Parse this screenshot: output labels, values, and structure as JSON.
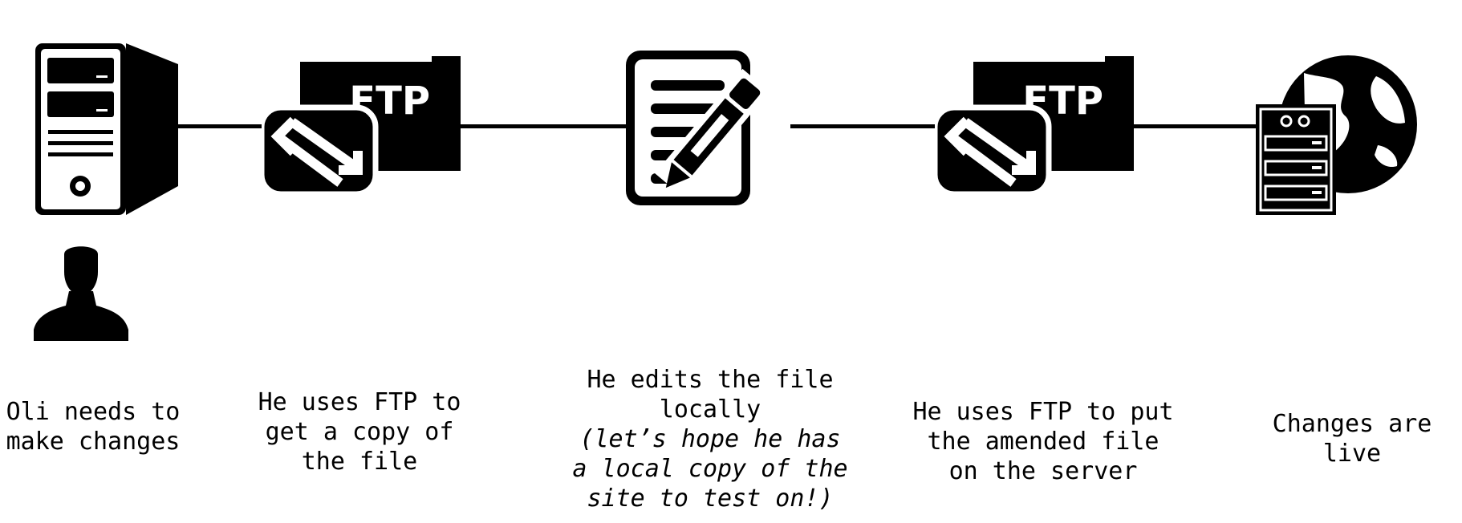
{
  "steps": [
    {
      "id": "computer",
      "icon": "desktop-computer-icon",
      "lines": [
        "Oli needs to",
        "make changes"
      ]
    },
    {
      "id": "ftp-get",
      "icon": "ftp-folder-icon",
      "icon_text": "FTP",
      "lines": [
        "He uses FTP to",
        "get a copy of",
        "the file"
      ]
    },
    {
      "id": "edit",
      "icon": "document-edit-icon",
      "lines": [
        "He edits the file",
        "locally"
      ],
      "aside_lines": [
        "(let’s hope he has",
        "a local copy of the",
        "site to test on!)"
      ]
    },
    {
      "id": "ftp-put",
      "icon": "ftp-folder-icon",
      "icon_text": "FTP",
      "lines": [
        "He uses FTP to put",
        "the amended file",
        "on the server"
      ]
    },
    {
      "id": "live",
      "icon": "web-server-globe-icon",
      "lines": [
        "Changes are",
        "live"
      ]
    }
  ],
  "person_icon": "user-silhouette-icon",
  "colors": {
    "ink": "#000000",
    "background": "#ffffff"
  }
}
